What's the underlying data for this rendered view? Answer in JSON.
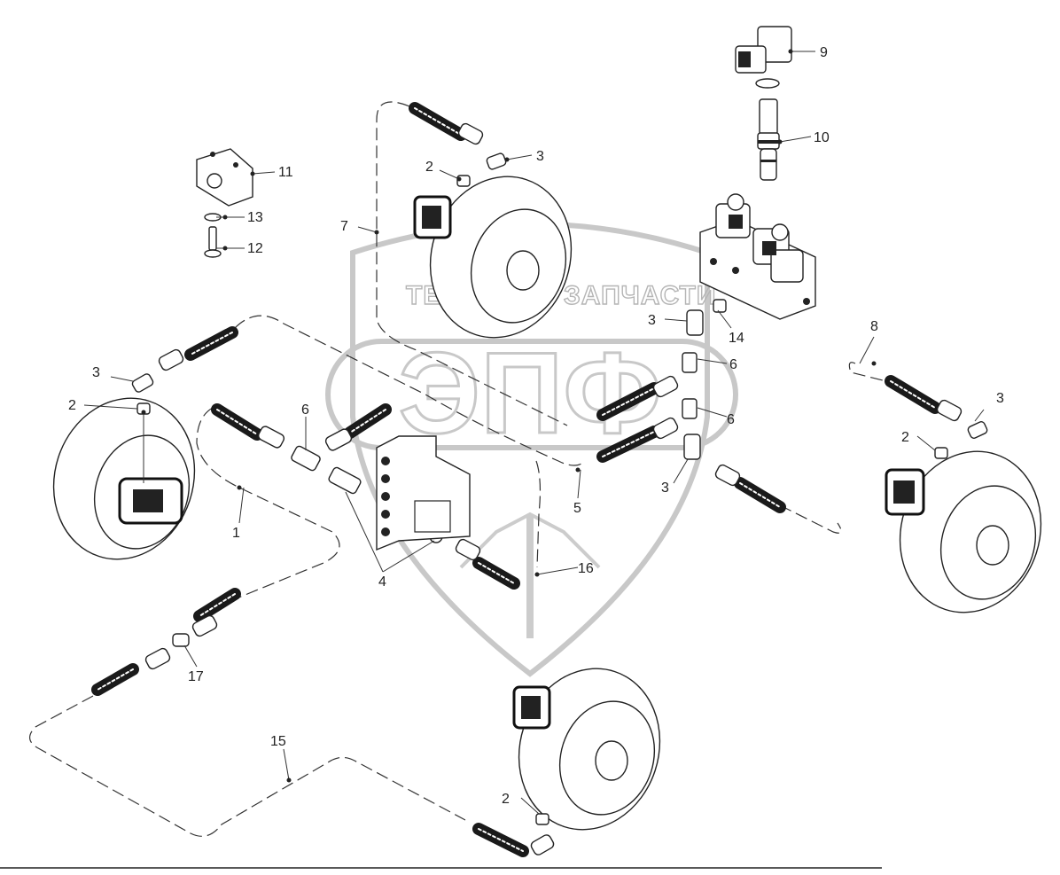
{
  "watermark": {
    "left_text": "ТЕХНИКА",
    "right_text": "ЗАПЧАСТИ",
    "logo_text": "ЭПФ"
  },
  "callouts": {
    "c1": "1",
    "c2a": "2",
    "c2b": "2",
    "c2c": "2",
    "c2d": "2",
    "c3a": "3",
    "c3b": "3",
    "c3c": "3",
    "c3d": "3",
    "c3e": "3",
    "c4": "4",
    "c5": "5",
    "c6a": "6",
    "c6b": "6",
    "c6c": "6",
    "c7": "7",
    "c8": "8",
    "c9": "9",
    "c10": "10",
    "c11": "11",
    "c12": "12",
    "c13": "13",
    "c14": "14",
    "c15": "15",
    "c16": "16",
    "c17": "17"
  }
}
